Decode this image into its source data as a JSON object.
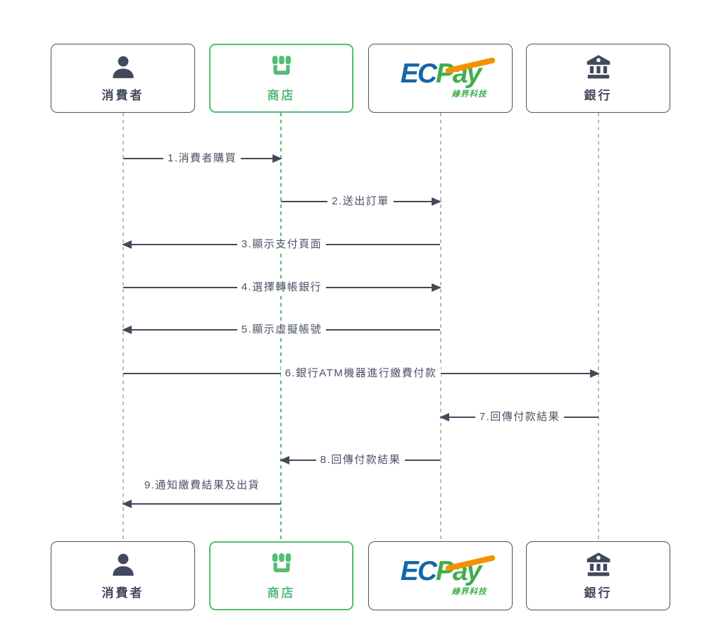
{
  "colors": {
    "dark_navy": "#414a5c",
    "green": "#53bd75",
    "gray_lifeline": "#b7babf",
    "ecpay_blue": "#1565a9",
    "ecpay_green": "#3fae49",
    "ecpay_orange": "#f39200",
    "message_text": "#4a5263"
  },
  "diagram": {
    "type": "sequence-diagram",
    "background": "#ffffff"
  },
  "actors": [
    {
      "id": "consumer",
      "label": "消費者",
      "icon": "person-icon",
      "accent": "navy"
    },
    {
      "id": "shop",
      "label": "商店",
      "icon": "store-icon",
      "accent": "green"
    },
    {
      "id": "ecpay",
      "label": "ECPay 綠界科技",
      "logo_ec": "EC",
      "logo_pay": "Pay",
      "logo_subtext": "綠界科技"
    },
    {
      "id": "bank",
      "label": "銀行",
      "icon": "bank-icon",
      "accent": "navy"
    }
  ],
  "messages": [
    {
      "label": "1.消費者購買",
      "from": "consumer",
      "to": "shop",
      "direction": "right"
    },
    {
      "label": "2.送出訂單",
      "from": "shop",
      "to": "ecpay",
      "direction": "right"
    },
    {
      "label": "3.顯示支付頁面",
      "from": "ecpay",
      "to": "consumer",
      "direction": "left"
    },
    {
      "label": "4.選擇轉帳銀行",
      "from": "consumer",
      "to": "ecpay",
      "direction": "right"
    },
    {
      "label": "5.顯示虛擬帳號",
      "from": "ecpay",
      "to": "consumer",
      "direction": "left"
    },
    {
      "label": "6.銀行ATM機器進行繳費付款",
      "from": "consumer",
      "to": "bank",
      "direction": "right"
    },
    {
      "label": "7.回傳付款結果",
      "from": "bank",
      "to": "ecpay",
      "direction": "left"
    },
    {
      "label": "8.回傳付款結果",
      "from": "ecpay",
      "to": "shop",
      "direction": "left"
    },
    {
      "label": "9.通知繳費結果及出貨",
      "from": "shop",
      "to": "consumer",
      "direction": "left",
      "label_position": "above"
    }
  ]
}
